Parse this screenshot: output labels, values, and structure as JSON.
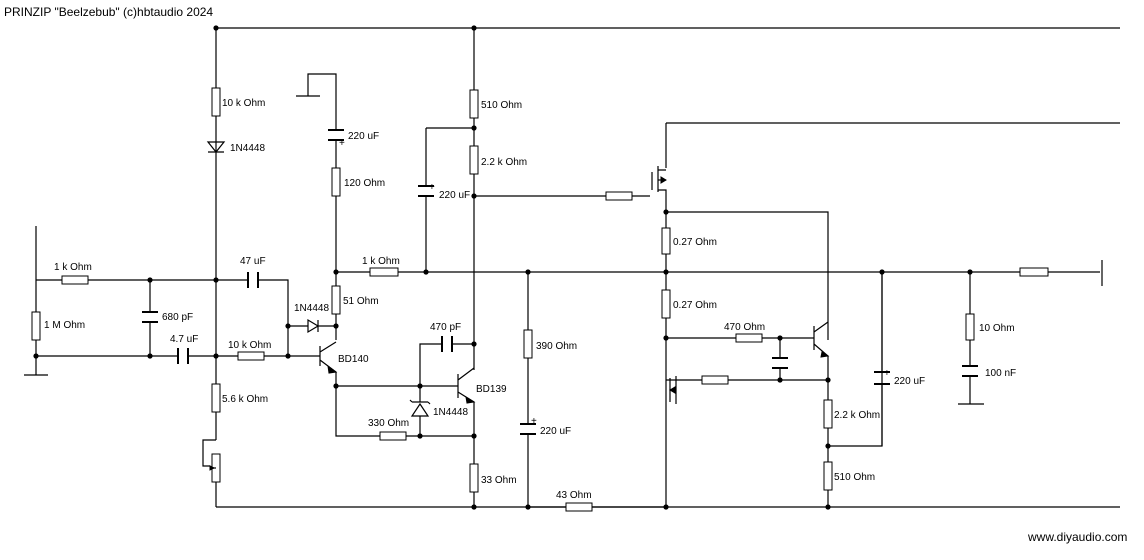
{
  "title": "PRINZIP \"Beelzebub\" (c)hbtaudio 2024",
  "credit": "www.diyaudio.com",
  "colors": {
    "title": "#e8202a",
    "credit": "#22a84a",
    "ink": "#000000"
  },
  "labels": {
    "r_10k_top": "10 k Ohm",
    "d_1n4448_top": "1N4448",
    "c_220uf_top": "220 uF",
    "r_120": "120  Ohm",
    "r_510_top": "510  Ohm",
    "r_22k_top": "2.2 k Ohm",
    "c_220uf_mid": "220 uF",
    "r_1k_mid": "1 k Ohm",
    "r_1k_in": "1 k Ohm",
    "c_47uf": "47 uF",
    "r_1m": "1 M Ohm",
    "c_680pf": "680 pF",
    "d_1n4448_mid": "1N4448",
    "r_51": "51  Ohm",
    "c_47uf_small": "4.7 uF",
    "r_10k_mid": "10 k Ohm",
    "q_bd140": "BD140",
    "c_470pf": "470 pF",
    "q_bd139": "BD139",
    "r_390": "390  Ohm",
    "r_56k": "5.6 k Ohm",
    "d_1n4448_bot": "1N4448",
    "r_330": "330  Ohm",
    "c_220uf_low": "220 uF",
    "r_33": "33  Ohm",
    "r_43": "43  Ohm",
    "r_027_top": "0.27  Ohm",
    "r_027_bot": "0.27  Ohm",
    "r_470": "470  Ohm",
    "r_22k_right": "2.2 k Ohm",
    "r_510_right": "510  Ohm",
    "c_220uf_right": "220 uF",
    "r_10": "10  Ohm",
    "c_100nf": "100 nF"
  }
}
